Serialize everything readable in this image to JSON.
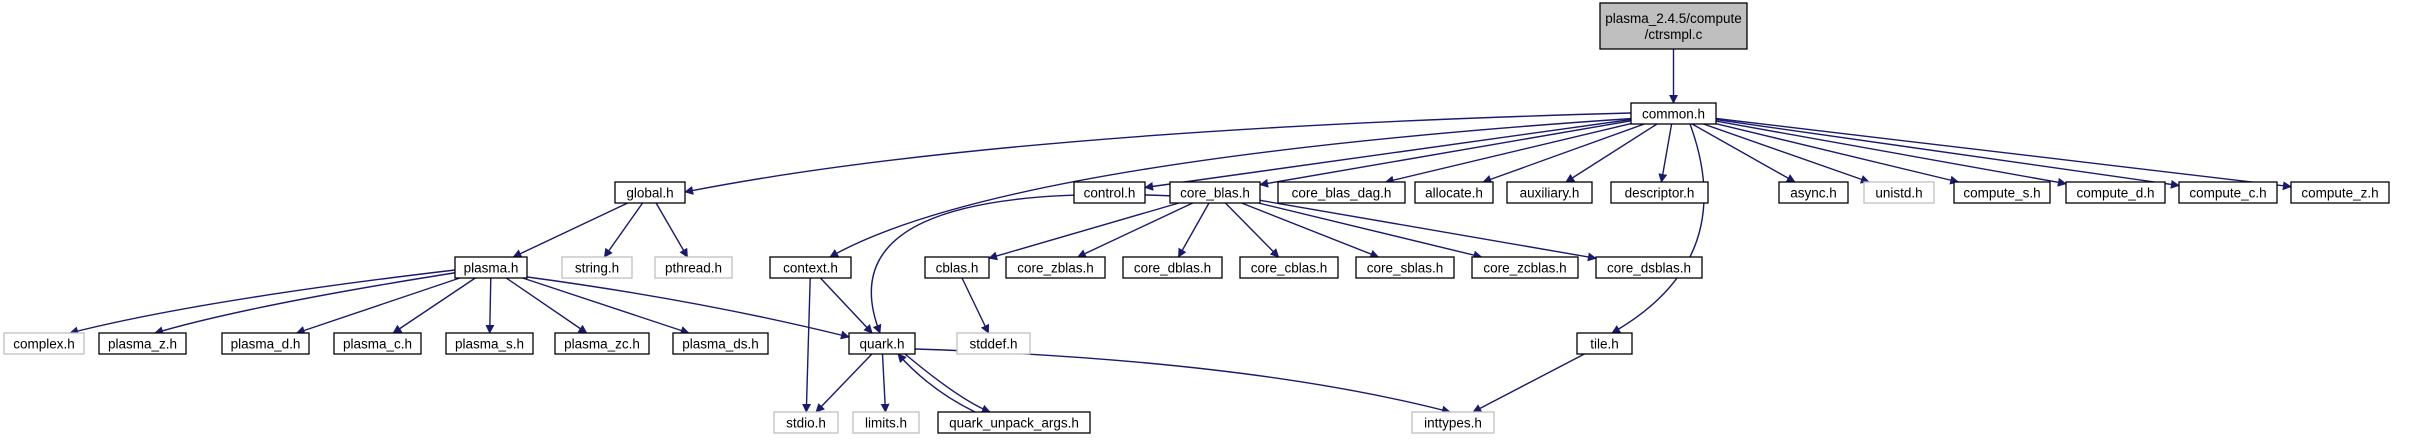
{
  "graph": {
    "root": "n_root",
    "nodes": {
      "n_root": {
        "label": [
          "plasma_2.4.5/compute",
          "/ctrsmpl.c"
        ],
        "kind": "root"
      },
      "n_common": {
        "label": [
          "common.h"
        ],
        "kind": "documented"
      },
      "n_global": {
        "label": [
          "global.h"
        ],
        "kind": "documented"
      },
      "n_control": {
        "label": [
          "control.h"
        ],
        "kind": "documented"
      },
      "n_core_blas": {
        "label": [
          "core_blas.h"
        ],
        "kind": "documented"
      },
      "n_core_blas_dag": {
        "label": [
          "core_blas_dag.h"
        ],
        "kind": "documented"
      },
      "n_allocate": {
        "label": [
          "allocate.h"
        ],
        "kind": "documented"
      },
      "n_auxiliary": {
        "label": [
          "auxiliary.h"
        ],
        "kind": "documented"
      },
      "n_descriptor": {
        "label": [
          "descriptor.h"
        ],
        "kind": "documented"
      },
      "n_async": {
        "label": [
          "async.h"
        ],
        "kind": "documented"
      },
      "n_unistd": {
        "label": [
          "unistd.h"
        ],
        "kind": "external"
      },
      "n_compute_s": {
        "label": [
          "compute_s.h"
        ],
        "kind": "documented"
      },
      "n_compute_d": {
        "label": [
          "compute_d.h"
        ],
        "kind": "documented"
      },
      "n_compute_c": {
        "label": [
          "compute_c.h"
        ],
        "kind": "documented"
      },
      "n_compute_z": {
        "label": [
          "compute_z.h"
        ],
        "kind": "documented"
      },
      "n_plasma": {
        "label": [
          "plasma.h"
        ],
        "kind": "documented"
      },
      "n_string": {
        "label": [
          "string.h"
        ],
        "kind": "external"
      },
      "n_pthread": {
        "label": [
          "pthread.h"
        ],
        "kind": "external"
      },
      "n_context": {
        "label": [
          "context.h"
        ],
        "kind": "documented"
      },
      "n_cblas": {
        "label": [
          "cblas.h"
        ],
        "kind": "documented"
      },
      "n_core_zblas": {
        "label": [
          "core_zblas.h"
        ],
        "kind": "documented"
      },
      "n_core_dblas": {
        "label": [
          "core_dblas.h"
        ],
        "kind": "documented"
      },
      "n_core_cblas": {
        "label": [
          "core_cblas.h"
        ],
        "kind": "documented"
      },
      "n_core_sblas": {
        "label": [
          "core_sblas.h"
        ],
        "kind": "documented"
      },
      "n_core_zcblas": {
        "label": [
          "core_zcblas.h"
        ],
        "kind": "documented"
      },
      "n_core_dsblas": {
        "label": [
          "core_dsblas.h"
        ],
        "kind": "documented"
      },
      "n_complex": {
        "label": [
          "complex.h"
        ],
        "kind": "external"
      },
      "n_plasma_z": {
        "label": [
          "plasma_z.h"
        ],
        "kind": "documented"
      },
      "n_plasma_d": {
        "label": [
          "plasma_d.h"
        ],
        "kind": "documented"
      },
      "n_plasma_c": {
        "label": [
          "plasma_c.h"
        ],
        "kind": "documented"
      },
      "n_plasma_s": {
        "label": [
          "plasma_s.h"
        ],
        "kind": "documented"
      },
      "n_plasma_zc": {
        "label": [
          "plasma_zc.h"
        ],
        "kind": "documented"
      },
      "n_plasma_ds": {
        "label": [
          "plasma_ds.h"
        ],
        "kind": "documented"
      },
      "n_quark": {
        "label": [
          "quark.h"
        ],
        "kind": "documented"
      },
      "n_stddef": {
        "label": [
          "stddef.h"
        ],
        "kind": "external"
      },
      "n_tile": {
        "label": [
          "tile.h"
        ],
        "kind": "documented"
      },
      "n_stdio": {
        "label": [
          "stdio.h"
        ],
        "kind": "external"
      },
      "n_limits": {
        "label": [
          "limits.h"
        ],
        "kind": "external"
      },
      "n_quark_unpack": {
        "label": [
          "quark_unpack_args.h"
        ],
        "kind": "documented"
      },
      "n_inttypes": {
        "label": [
          "inttypes.h"
        ],
        "kind": "external"
      }
    },
    "edges": [
      [
        "n_root",
        "n_common"
      ],
      [
        "n_common",
        "n_global"
      ],
      [
        "n_common",
        "n_context"
      ],
      [
        "n_common",
        "n_control"
      ],
      [
        "n_common",
        "n_core_blas"
      ],
      [
        "n_common",
        "n_core_blas_dag"
      ],
      [
        "n_common",
        "n_allocate"
      ],
      [
        "n_common",
        "n_auxiliary"
      ],
      [
        "n_common",
        "n_descriptor"
      ],
      [
        "n_common",
        "n_tile"
      ],
      [
        "n_common",
        "n_async"
      ],
      [
        "n_common",
        "n_unistd"
      ],
      [
        "n_common",
        "n_compute_s"
      ],
      [
        "n_common",
        "n_compute_d"
      ],
      [
        "n_common",
        "n_compute_c"
      ],
      [
        "n_common",
        "n_compute_z"
      ],
      [
        "n_global",
        "n_plasma"
      ],
      [
        "n_global",
        "n_string"
      ],
      [
        "n_global",
        "n_pthread"
      ],
      [
        "n_plasma",
        "n_complex"
      ],
      [
        "n_plasma",
        "n_plasma_z"
      ],
      [
        "n_plasma",
        "n_plasma_d"
      ],
      [
        "n_plasma",
        "n_plasma_c"
      ],
      [
        "n_plasma",
        "n_plasma_s"
      ],
      [
        "n_plasma",
        "n_plasma_zc"
      ],
      [
        "n_plasma",
        "n_plasma_ds"
      ],
      [
        "n_plasma",
        "n_quark"
      ],
      [
        "n_context",
        "n_quark"
      ],
      [
        "n_context",
        "n_stdio"
      ],
      [
        "n_core_blas",
        "n_quark"
      ],
      [
        "n_core_blas",
        "n_cblas"
      ],
      [
        "n_core_blas",
        "n_core_zblas"
      ],
      [
        "n_core_blas",
        "n_core_dblas"
      ],
      [
        "n_core_blas",
        "n_core_cblas"
      ],
      [
        "n_core_blas",
        "n_core_sblas"
      ],
      [
        "n_core_blas",
        "n_core_zcblas"
      ],
      [
        "n_core_blas",
        "n_core_dsblas"
      ],
      [
        "n_cblas",
        "n_stddef"
      ],
      [
        "n_quark",
        "n_stdio"
      ],
      [
        "n_quark",
        "n_limits"
      ],
      [
        "n_quark",
        "n_quark_unpack"
      ],
      [
        "n_quark",
        "n_inttypes"
      ],
      [
        "n_quark_unpack",
        "n_quark"
      ],
      [
        "n_tile",
        "n_inttypes"
      ]
    ]
  },
  "colors": {
    "edge": "#191970",
    "root_fill": "#bfbfbf",
    "node_border": "#000000",
    "external_border": "#bfbfbf"
  }
}
